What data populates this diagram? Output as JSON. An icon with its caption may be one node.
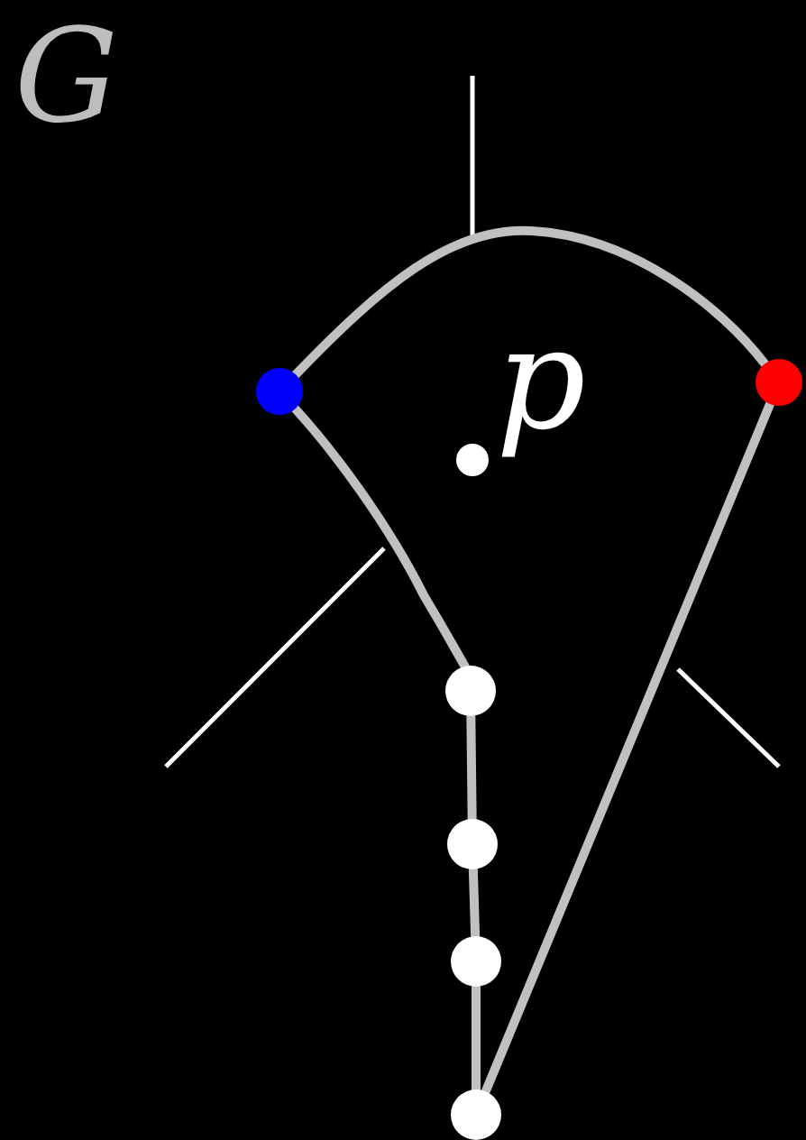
{
  "diagram": {
    "nodes": [
      {
        "text": [],
        "shape": "circle"
      },
      {
        "text": [],
        "shape": "circle"
      },
      {
        "text": [],
        "shape": "circle",
        "beside": [
          "p"
        ]
      },
      {
        "text": [],
        "shape": "circle"
      },
      {
        "text": [],
        "shape": "circle"
      },
      {
        "text": [],
        "shape": "circle"
      },
      {
        "text": [],
        "shape": "circle"
      }
    ],
    "edges": [
      {
        "from": 0,
        "to": 1,
        "arrow": "none"
      },
      {
        "from": 0,
        "to": 3,
        "arrow": "none"
      },
      {
        "from": 3,
        "to": 4,
        "arrow": "none"
      },
      {
        "from": 4,
        "to": 5,
        "arrow": "none"
      },
      {
        "from": 5,
        "to": 6,
        "arrow": "none"
      },
      {
        "from": 1,
        "to": 6,
        "arrow": "none"
      }
    ],
    "labels": [
      "G"
    ]
  }
}
